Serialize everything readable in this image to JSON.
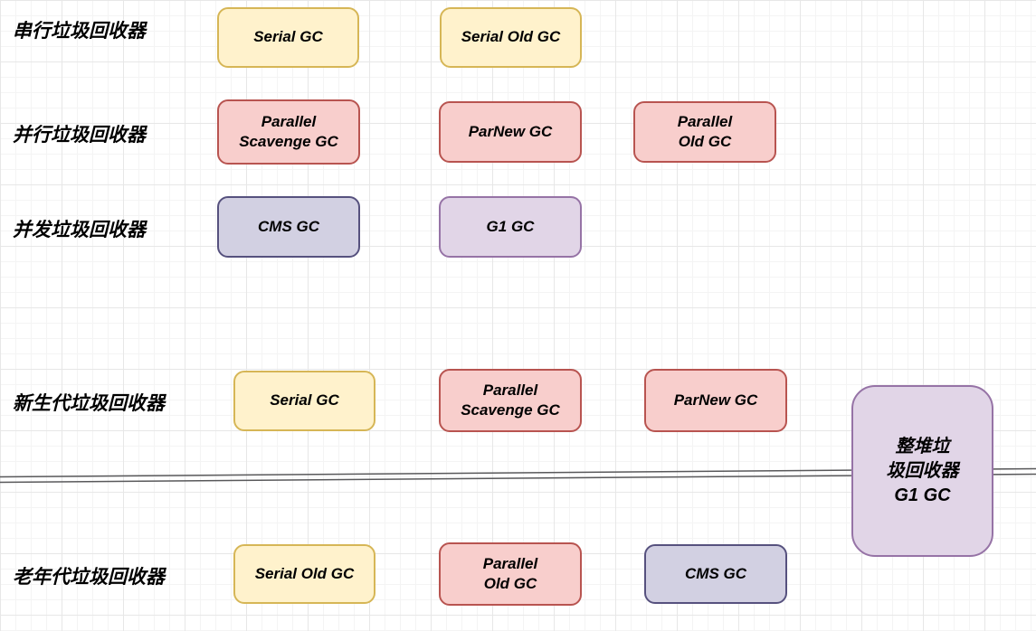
{
  "palette": {
    "yellow_fill": "#FFF2CC",
    "yellow_stroke": "#D6B656",
    "red_fill": "#F8CECC",
    "red_stroke": "#B85450",
    "indigo_fill": "#D2D0E2",
    "indigo_stroke": "#56517E",
    "purple_fill": "#E1D5E7",
    "purple_stroke": "#9673A6",
    "divider_line_color": "#58585A",
    "text_color": "#000000",
    "grid_minor_color": "#F4F4F4",
    "grid_major_color": "#E7E7E7"
  },
  "rows": [
    {
      "label": "串行垃圾回收器",
      "boxes": [
        {
          "lines": [
            "Serial GC"
          ],
          "color": "yellow"
        },
        {
          "lines": [
            "Serial Old GC"
          ],
          "color": "yellow"
        }
      ]
    },
    {
      "label": "并行垃圾回收器",
      "boxes": [
        {
          "lines": [
            "Parallel",
            "Scavenge GC"
          ],
          "color": "red"
        },
        {
          "lines": [
            "ParNew GC"
          ],
          "color": "red"
        },
        {
          "lines": [
            "Parallel",
            "Old GC"
          ],
          "color": "red"
        }
      ]
    },
    {
      "label": "并发垃圾回收器",
      "boxes": [
        {
          "lines": [
            "CMS GC"
          ],
          "color": "indigo"
        },
        {
          "lines": [
            "G1 GC"
          ],
          "color": "purple"
        }
      ]
    },
    {
      "label": "新生代垃圾回收器",
      "boxes": [
        {
          "lines": [
            "Serial GC"
          ],
          "color": "yellow"
        },
        {
          "lines": [
            "Parallel",
            "Scavenge GC"
          ],
          "color": "red"
        },
        {
          "lines": [
            "ParNew GC"
          ],
          "color": "red"
        }
      ]
    },
    {
      "label": "老年代垃圾回收器",
      "boxes": [
        {
          "lines": [
            "Serial Old GC"
          ],
          "color": "yellow"
        },
        {
          "lines": [
            "Parallel",
            "Old GC"
          ],
          "color": "red"
        },
        {
          "lines": [
            "CMS GC"
          ],
          "color": "indigo"
        }
      ]
    }
  ],
  "heap_box": {
    "lines": [
      "整堆垃",
      "圾回收器",
      "G1 GC"
    ],
    "color": "purple"
  }
}
